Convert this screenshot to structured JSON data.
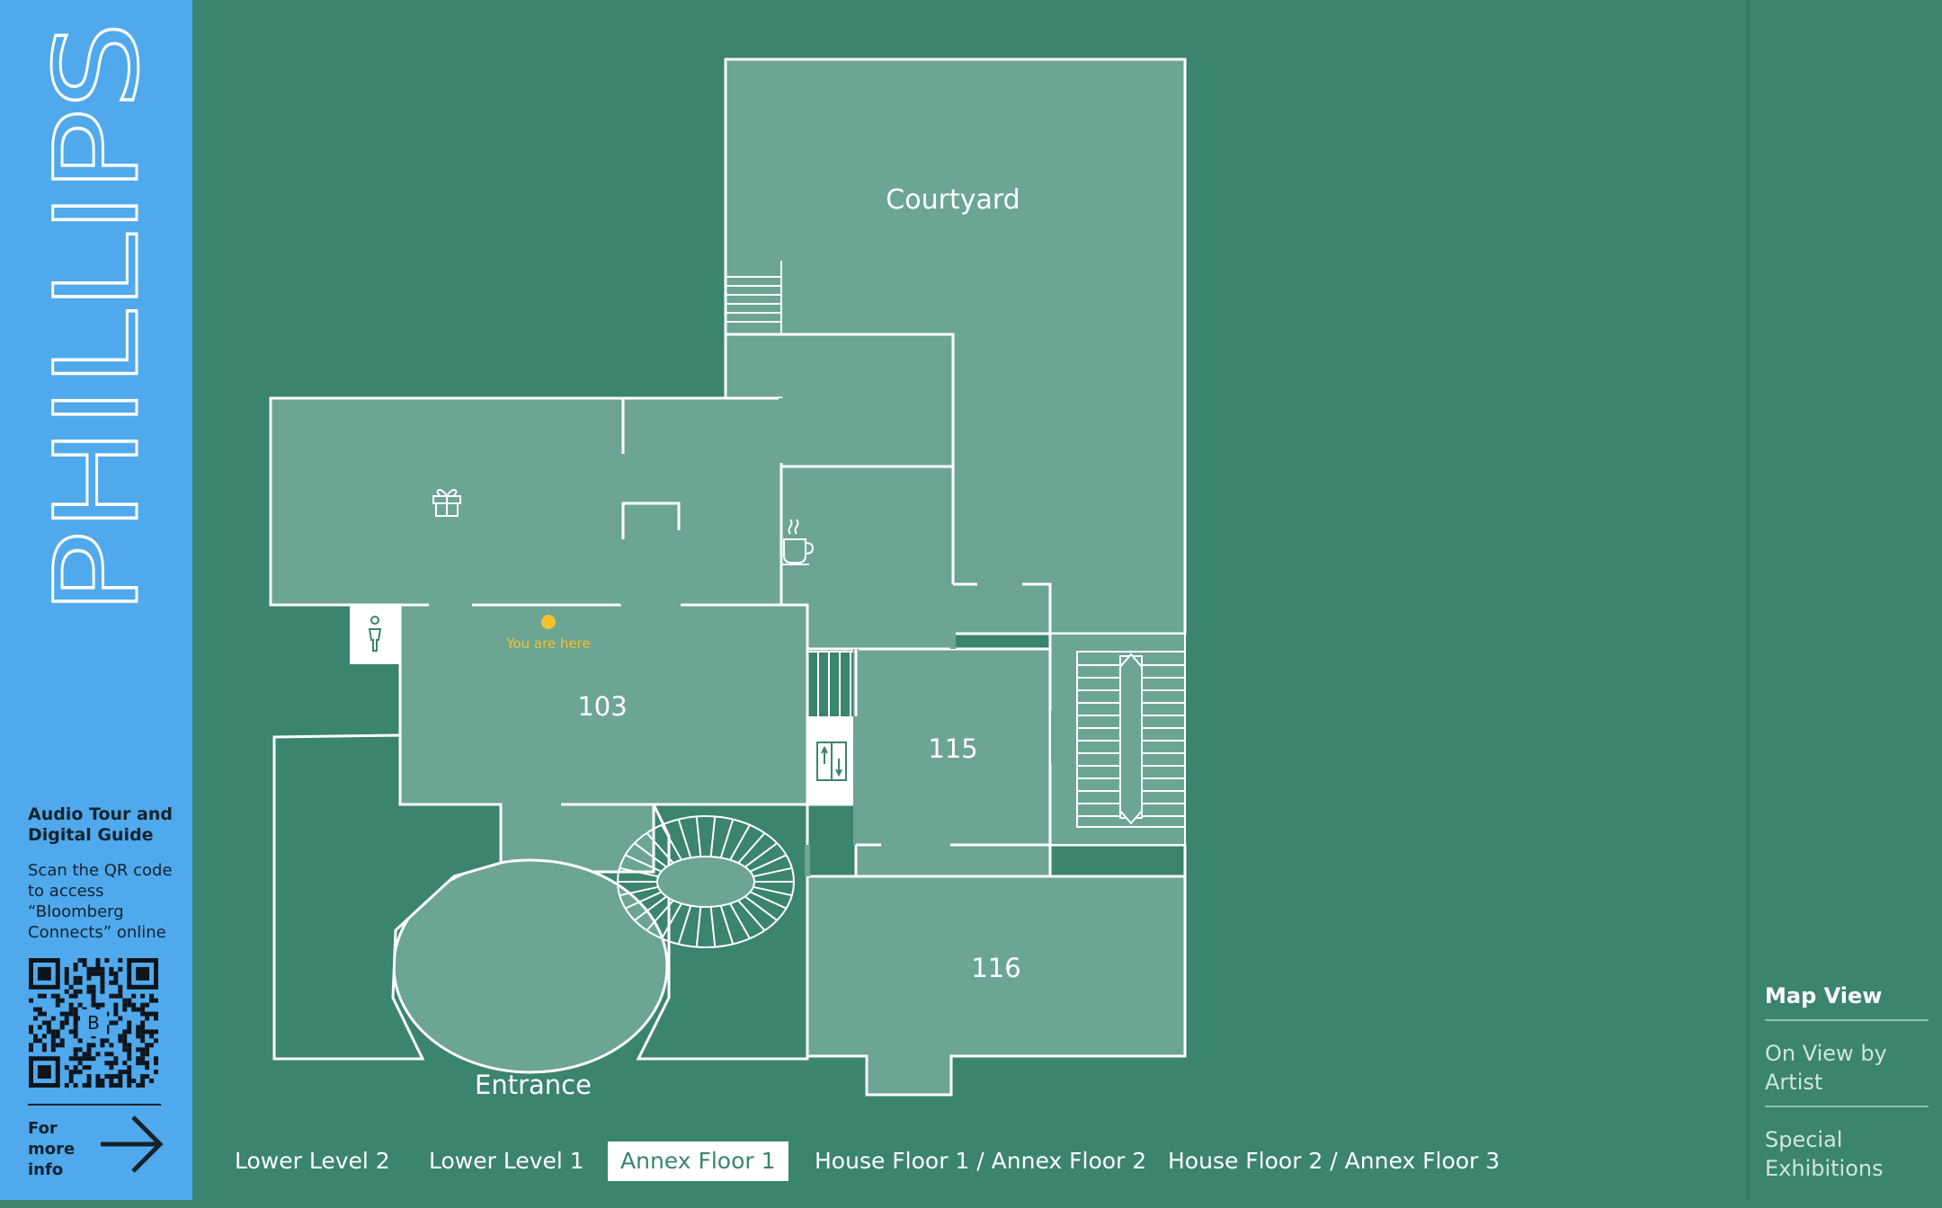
{
  "brand": {
    "name": "PHILLIPS"
  },
  "info": {
    "title": "Audio Tour and Digital Guide",
    "text": "Scan the QR code to access “Bloomberg Connects” online",
    "more_label": "For more info"
  },
  "map": {
    "courtyard": "Courtyard",
    "entrance": "Entrance",
    "room_103": "103",
    "room_115": "115",
    "room_116": "116",
    "you_are_here": "You are here",
    "marker_color": "#f2c230"
  },
  "floors": [
    "Lower Level 2",
    "Lower Level 1",
    "Annex Floor 1",
    "House Floor 1 / Annex Floor 2",
    "House Floor 2 / Annex Floor 3"
  ],
  "active_floor": "Annex Floor 1",
  "views": [
    "Map View",
    "On View by Artist",
    "Special Exhibitions"
  ],
  "active_view": "Map View",
  "colors": {
    "sidebar": "#4fa9ec",
    "background": "#3b846e",
    "room_fill": "#6ca594",
    "walls": "#ffffff",
    "accent": "#f2c230"
  }
}
